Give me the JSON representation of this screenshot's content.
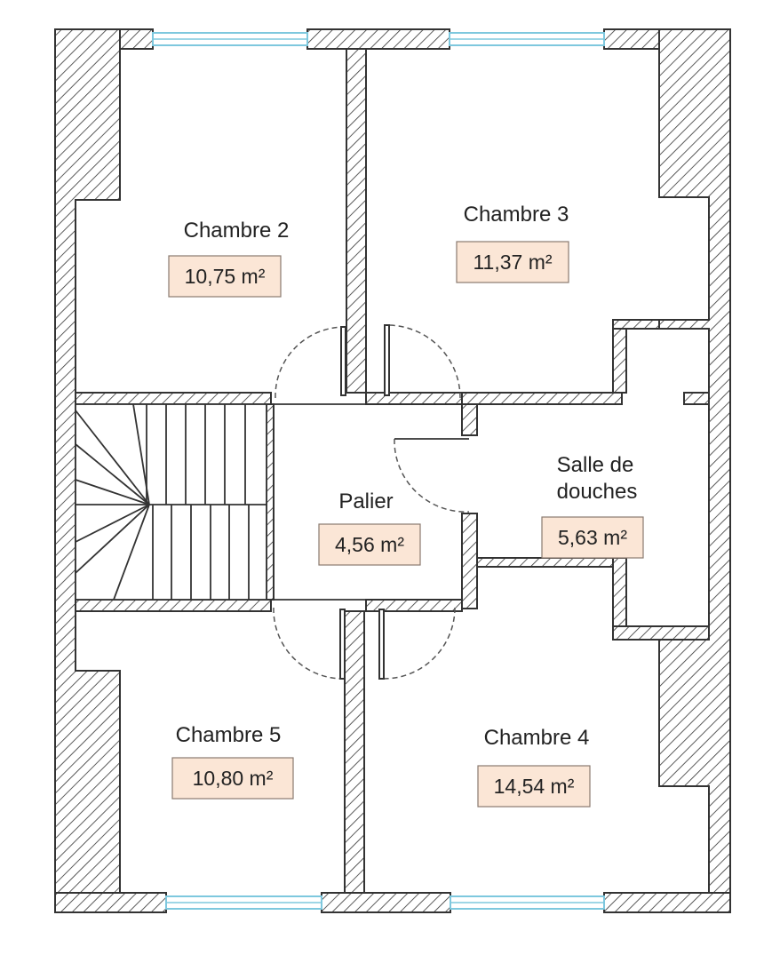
{
  "rooms": [
    {
      "id": "chambre-2",
      "name_lines": [
        "Chambre 2"
      ],
      "area": "10,75 m²"
    },
    {
      "id": "chambre-3",
      "name_lines": [
        "Chambre 3"
      ],
      "area": "11,37 m²"
    },
    {
      "id": "palier",
      "name_lines": [
        "Palier"
      ],
      "area": "4,56 m²"
    },
    {
      "id": "salle-de-douches",
      "name_lines": [
        "Salle de",
        "douches"
      ],
      "area": "5,63 m²"
    },
    {
      "id": "chambre-5",
      "name_lines": [
        "Chambre 5"
      ],
      "area": "10,80 m²"
    },
    {
      "id": "chambre-4",
      "name_lines": [
        "Chambre 4"
      ],
      "area": "14,54 m²"
    }
  ],
  "colors": {
    "wall_hatch": "#333333",
    "window_glass": "#7ec8de",
    "area_label_background": "#fbe6d6"
  }
}
